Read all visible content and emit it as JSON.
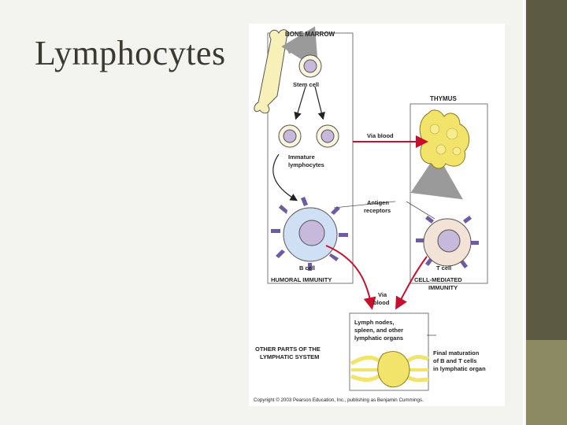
{
  "slide": {
    "title": "Lymphocytes"
  },
  "diagram": {
    "bone_marrow_label": "BONE MARROW",
    "stem_cell_label": "Stem cell",
    "thymus_label": "THYMUS",
    "via_blood_label": "Via blood",
    "immature_label_line1": "Immature",
    "immature_label_line2": "lymphocytes",
    "antigen_label_line1": "Antigen",
    "antigen_label_line2": "receptors",
    "b_cell_label": "B cell",
    "t_cell_label": "T cell",
    "humoral_label": "HUMORAL IMMUNITY",
    "cell_mediated_line1": "CELL-MEDIATED",
    "cell_mediated_line2": "IMMUNITY",
    "via_blood2_line1": "Via",
    "via_blood2_line2": "blood",
    "lymph_nodes_line1": "Lymph nodes,",
    "lymph_nodes_line2": "spleen, and other",
    "lymph_nodes_line3": "lymphatic organs",
    "other_parts_line1": "OTHER PARTS OF THE",
    "other_parts_line2": "LYMPHATIC SYSTEM",
    "final_maturation_line1": "Final maturation",
    "final_maturation_line2": "of B and T cells",
    "final_maturation_line3": "in lymphatic organ",
    "copyright": "Copyright © 2003 Pearson Education, Inc., publishing as Benjamin Cummings."
  },
  "colors": {
    "arrow_red": "#c8102e",
    "thymus_yellow": "#f2e36a",
    "b_cell_blue": "#cfe0f4",
    "t_cell_tan": "#f3e2d6",
    "receptor_purple": "#6f5aa6",
    "nucleus_lavender": "#c7b9dc",
    "bar_dark": "#5d5a44",
    "bar_accent": "#8b8a62"
  }
}
